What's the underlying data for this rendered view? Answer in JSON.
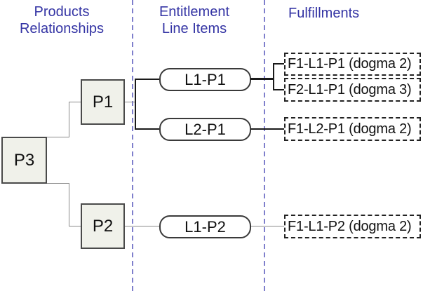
{
  "headers": {
    "products": {
      "line1": "Products",
      "line2": "Relationships"
    },
    "entitlements": {
      "line1": "Entitlement",
      "line2": "Line Items"
    },
    "fulfillments": {
      "line1": "Fulfillments"
    }
  },
  "nodes": {
    "products": {
      "p3": "P3",
      "p1": "P1",
      "p2": "P2"
    },
    "line_items": {
      "l1p1": "L1-P1",
      "l2p1": "L2-P1",
      "l1p2": "L1-P2"
    },
    "fulfillments": {
      "f1l1p1": "F1-L1-P1 (dogma 2)",
      "f2l1p1": "F2-L1-P1 (dogma 3)",
      "f1l2p1": "F1-L2-P1 (dogma 2)",
      "f1l1p2": "F1-L1-P2 (dogma 2)"
    }
  },
  "colors": {
    "header_text": "#3434a4",
    "column_divider": "#7f7fcc",
    "product_fill": "#f0f1ea",
    "node_border": "#3a3a3a",
    "connector_gray": "#8a8a8a",
    "connector_black": "#1a1a1a",
    "background": "#ffffff"
  }
}
